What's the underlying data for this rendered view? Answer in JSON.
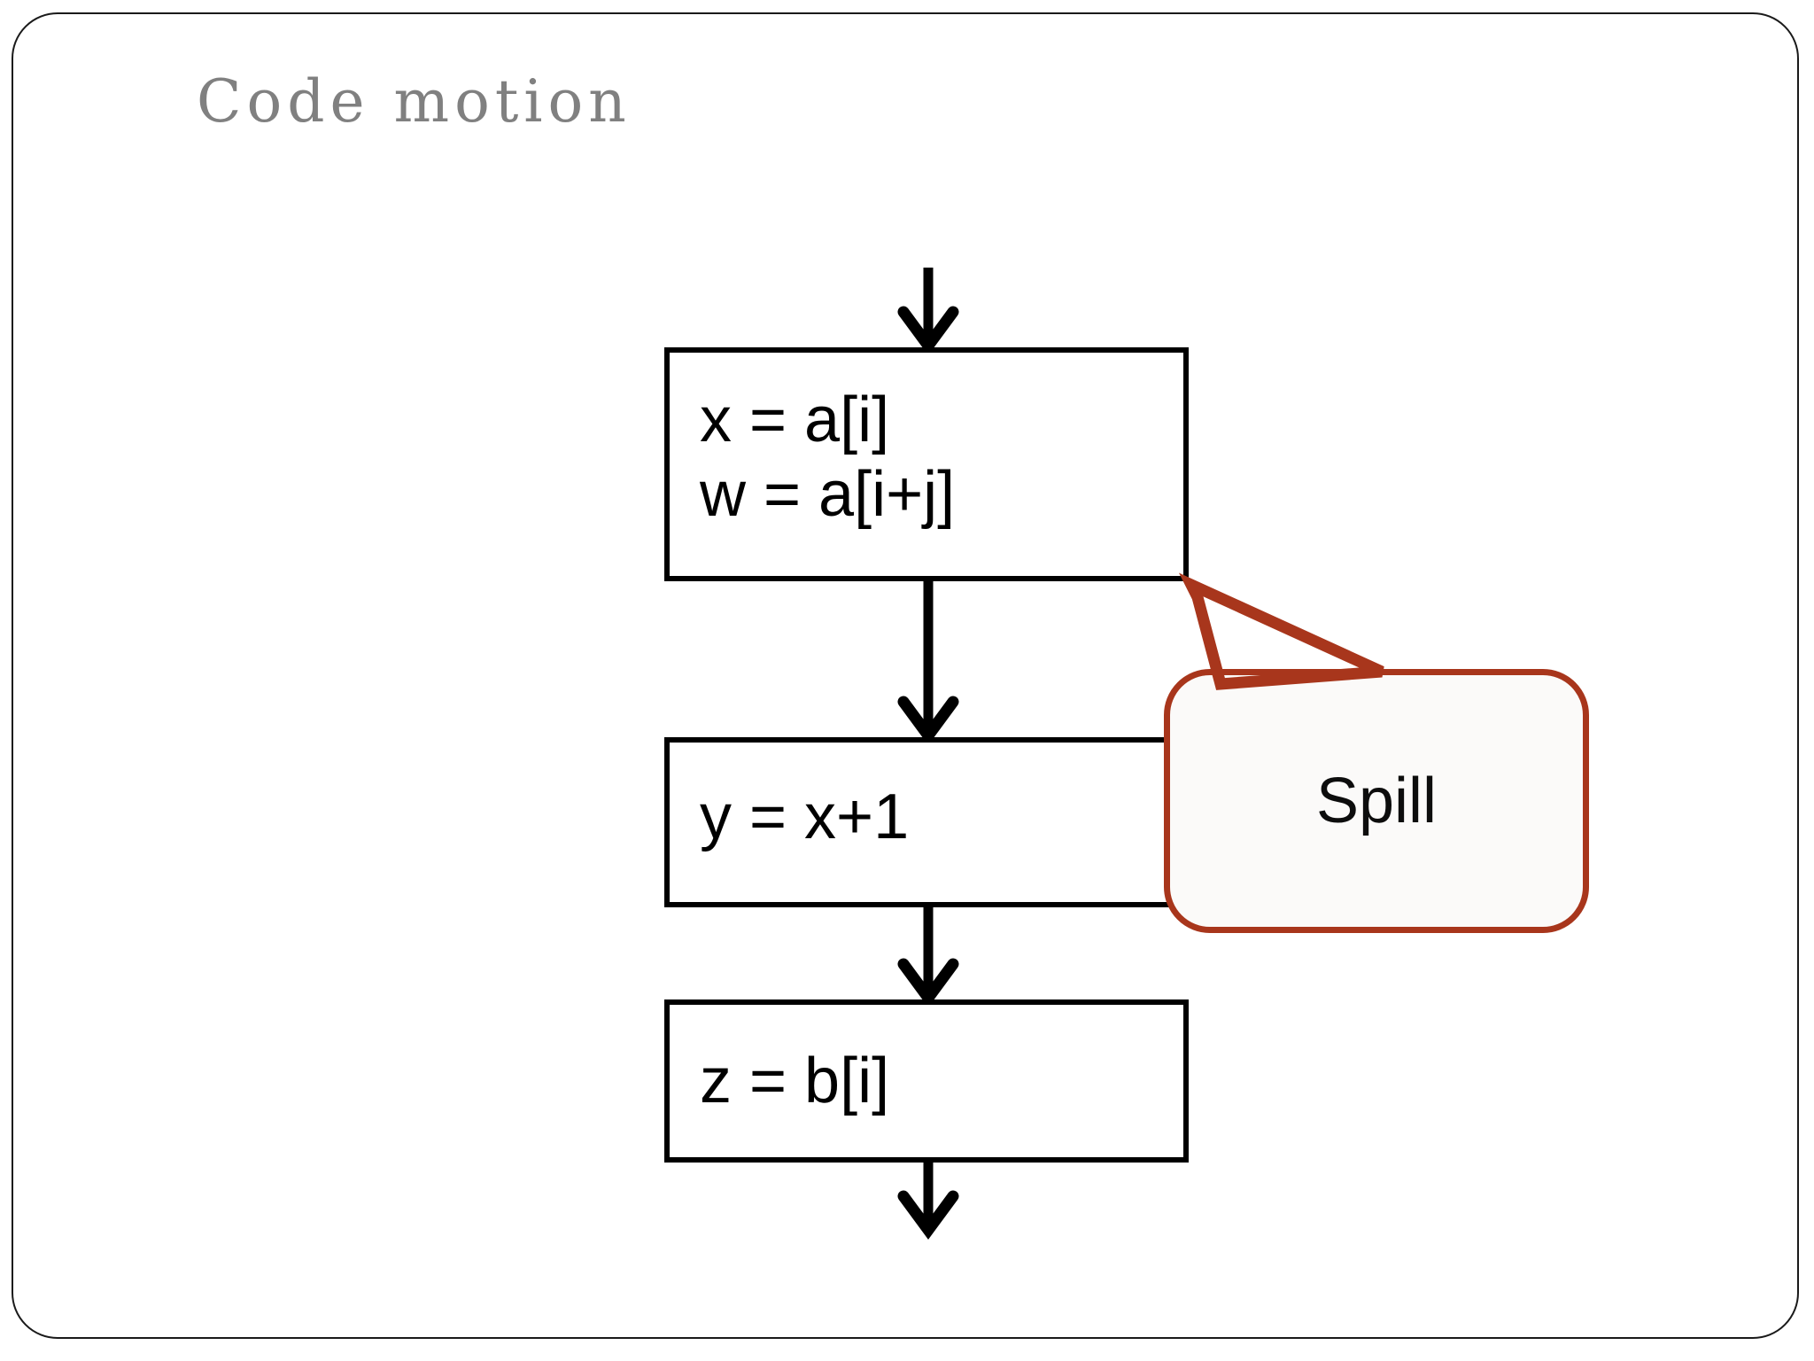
{
  "slide": {
    "title": "Code motion",
    "title_color": "#808080",
    "frame_color": "#1a1a1a",
    "background": "#ffffff"
  },
  "diagram": {
    "type": "control-flow-graph",
    "node_border_color": "#000000",
    "edge_color": "#000000",
    "nodes": [
      {
        "id": "block-1",
        "lines": [
          "x = a[i]",
          "w = a[i+j]"
        ],
        "text": "x = a[i]\nw = a[i+j]"
      },
      {
        "id": "block-2",
        "lines": [
          "y = x+1"
        ],
        "text": "y = x+1"
      },
      {
        "id": "block-3",
        "lines": [
          "z = b[i]"
        ],
        "text": "z = b[i]"
      }
    ],
    "edges": [
      {
        "from": "entry",
        "to": "block-1"
      },
      {
        "from": "block-1",
        "to": "block-2"
      },
      {
        "from": "block-2",
        "to": "block-3"
      },
      {
        "from": "block-3",
        "to": "exit"
      }
    ]
  },
  "callout": {
    "label": "Spill",
    "stroke_color": "#A8361C",
    "fill_color": "#FBFAF9",
    "text_color": "#0d0d0d",
    "points_at": "block-1"
  }
}
